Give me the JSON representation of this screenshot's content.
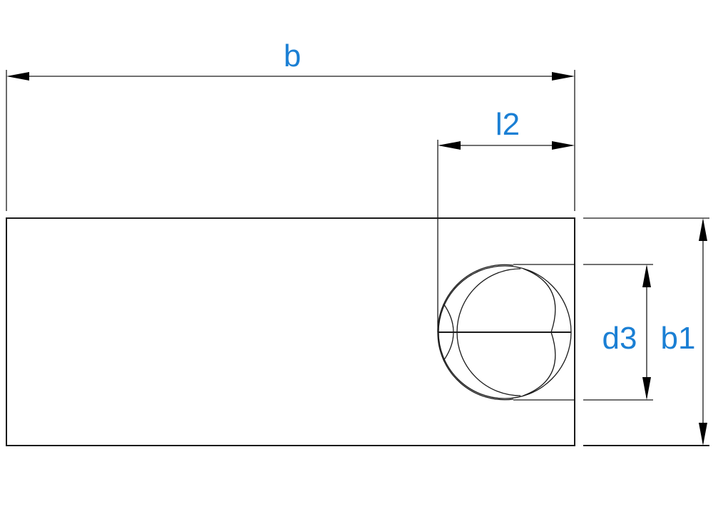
{
  "dimensions": {
    "b": "b",
    "l2": "l2",
    "d3": "d3",
    "b1": "b1"
  },
  "colors": {
    "label": "#1a7fd4",
    "line": "#1a1a1a"
  }
}
